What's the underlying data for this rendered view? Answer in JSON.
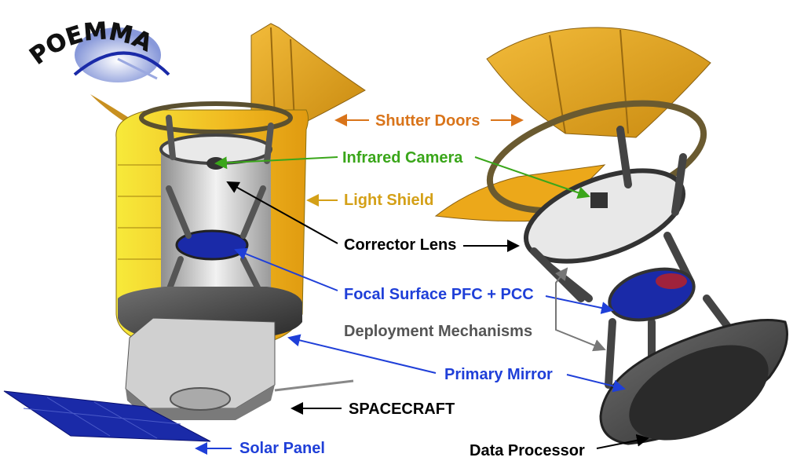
{
  "logo": {
    "text": "POEMMA"
  },
  "labels": {
    "shutter_doors": "Shutter Doors",
    "infrared_camera": "Infrared Camera",
    "light_shield": "Light Shield",
    "corrector_lens": "Corrector Lens",
    "focal_surface": "Focal Surface PFC + PCC",
    "deployment_mechanisms": "Deployment Mechanisms",
    "primary_mirror": "Primary Mirror",
    "spacecraft": "SPACECRAFT",
    "solar_panel": "Solar Panel",
    "data_processor": "Data Processor"
  },
  "colors": {
    "shutter_doors": "#d9741a",
    "infrared_camera": "#3aa61a",
    "light_shield": "#d4a017",
    "corrector_lens": "#000000",
    "focal_surface": "#1f3fd8",
    "deployment_mechanisms": "#555555",
    "primary_mirror": "#1f3fd8",
    "spacecraft": "#000000",
    "solar_panel": "#1f3fd8",
    "data_processor": "#000000",
    "gold_panel": "#e8a81a",
    "yellow_shield": "#f0cc20",
    "blue_panel": "#1a2aa8"
  }
}
